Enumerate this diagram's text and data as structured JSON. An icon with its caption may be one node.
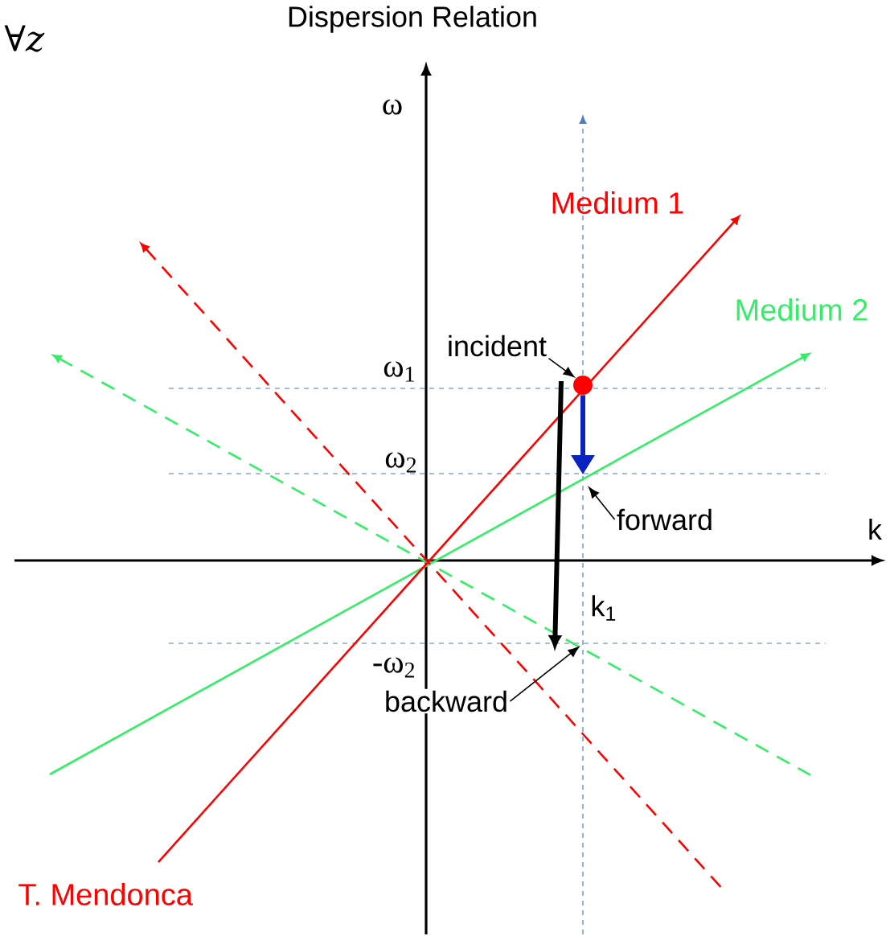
{
  "diagram": {
    "title": "Dispersion Relation",
    "nodes": [
      {
        "text": [
          "incident"
        ]
      },
      {
        "text": [],
        "shape": "circle"
      },
      {
        "text": [
          "forward"
        ]
      },
      {
        "text": [
          "backward"
        ]
      }
    ],
    "edges": [
      {
        "from": 0,
        "to": 1,
        "arrow": "to"
      },
      {
        "from": 1,
        "to": null,
        "arrow": "to",
        "style": "thick",
        "color": "#0a22c0"
      },
      {
        "from": 2,
        "to": null,
        "arrow": "to"
      },
      {
        "from": 3,
        "to": null,
        "arrow": "to"
      }
    ],
    "labels": [
      "∀*z*",
      "ω",
      "Medium 1",
      "Medium 2",
      "ω$_{1}$",
      "ω$_{2}$",
      "k",
      "k$_{1}$",
      "-ω$_{2}$",
      "T. Mendonca"
    ]
  }
}
